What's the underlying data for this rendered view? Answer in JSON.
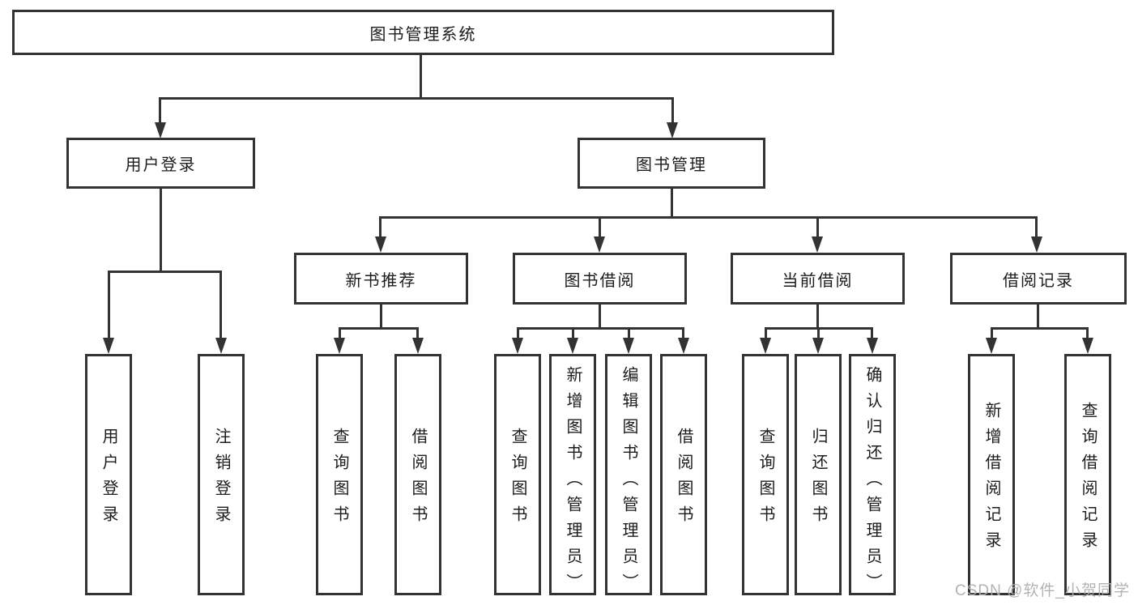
{
  "diagram": {
    "type": "hierarchy-tree",
    "root": {
      "label": "图书管理系统"
    },
    "level2": [
      {
        "label": "用户登录",
        "parent": "图书管理系统"
      },
      {
        "label": "图书管理",
        "parent": "图书管理系统"
      }
    ],
    "level3": [
      {
        "label": "新书推荐",
        "parent": "图书管理"
      },
      {
        "label": "图书借阅",
        "parent": "图书管理"
      },
      {
        "label": "当前借阅",
        "parent": "图书管理"
      },
      {
        "label": "借阅记录",
        "parent": "图书管理"
      }
    ],
    "leaves": [
      {
        "label": "用户登录",
        "parent": "用户登录"
      },
      {
        "label": "注销登录",
        "parent": "用户登录"
      },
      {
        "label": "查询图书",
        "parent": "新书推荐"
      },
      {
        "label": "借阅图书",
        "parent": "新书推荐"
      },
      {
        "label": "查询图书",
        "parent": "图书借阅"
      },
      {
        "label": "新增图书（管理员）",
        "parent": "图书借阅"
      },
      {
        "label": "编辑图书（管理员）",
        "parent": "图书借阅"
      },
      {
        "label": "借阅图书",
        "parent": "图书借阅"
      },
      {
        "label": "查询图书",
        "parent": "当前借阅"
      },
      {
        "label": "归还图书",
        "parent": "当前借阅"
      },
      {
        "label": "确认归还（管理员）",
        "parent": "当前借阅"
      },
      {
        "label": "新增借阅记录",
        "parent": "借阅记录"
      },
      {
        "label": "查询借阅记录",
        "parent": "借阅记录"
      }
    ]
  },
  "watermark": {
    "text": "CSDN @软件_小贺同学"
  },
  "colors": {
    "line": "#333333",
    "box_border": "#333333",
    "box_fill": "#ffffff",
    "text": "#1c1c1c",
    "background": "#ffffff",
    "watermark": "#afafaf"
  }
}
